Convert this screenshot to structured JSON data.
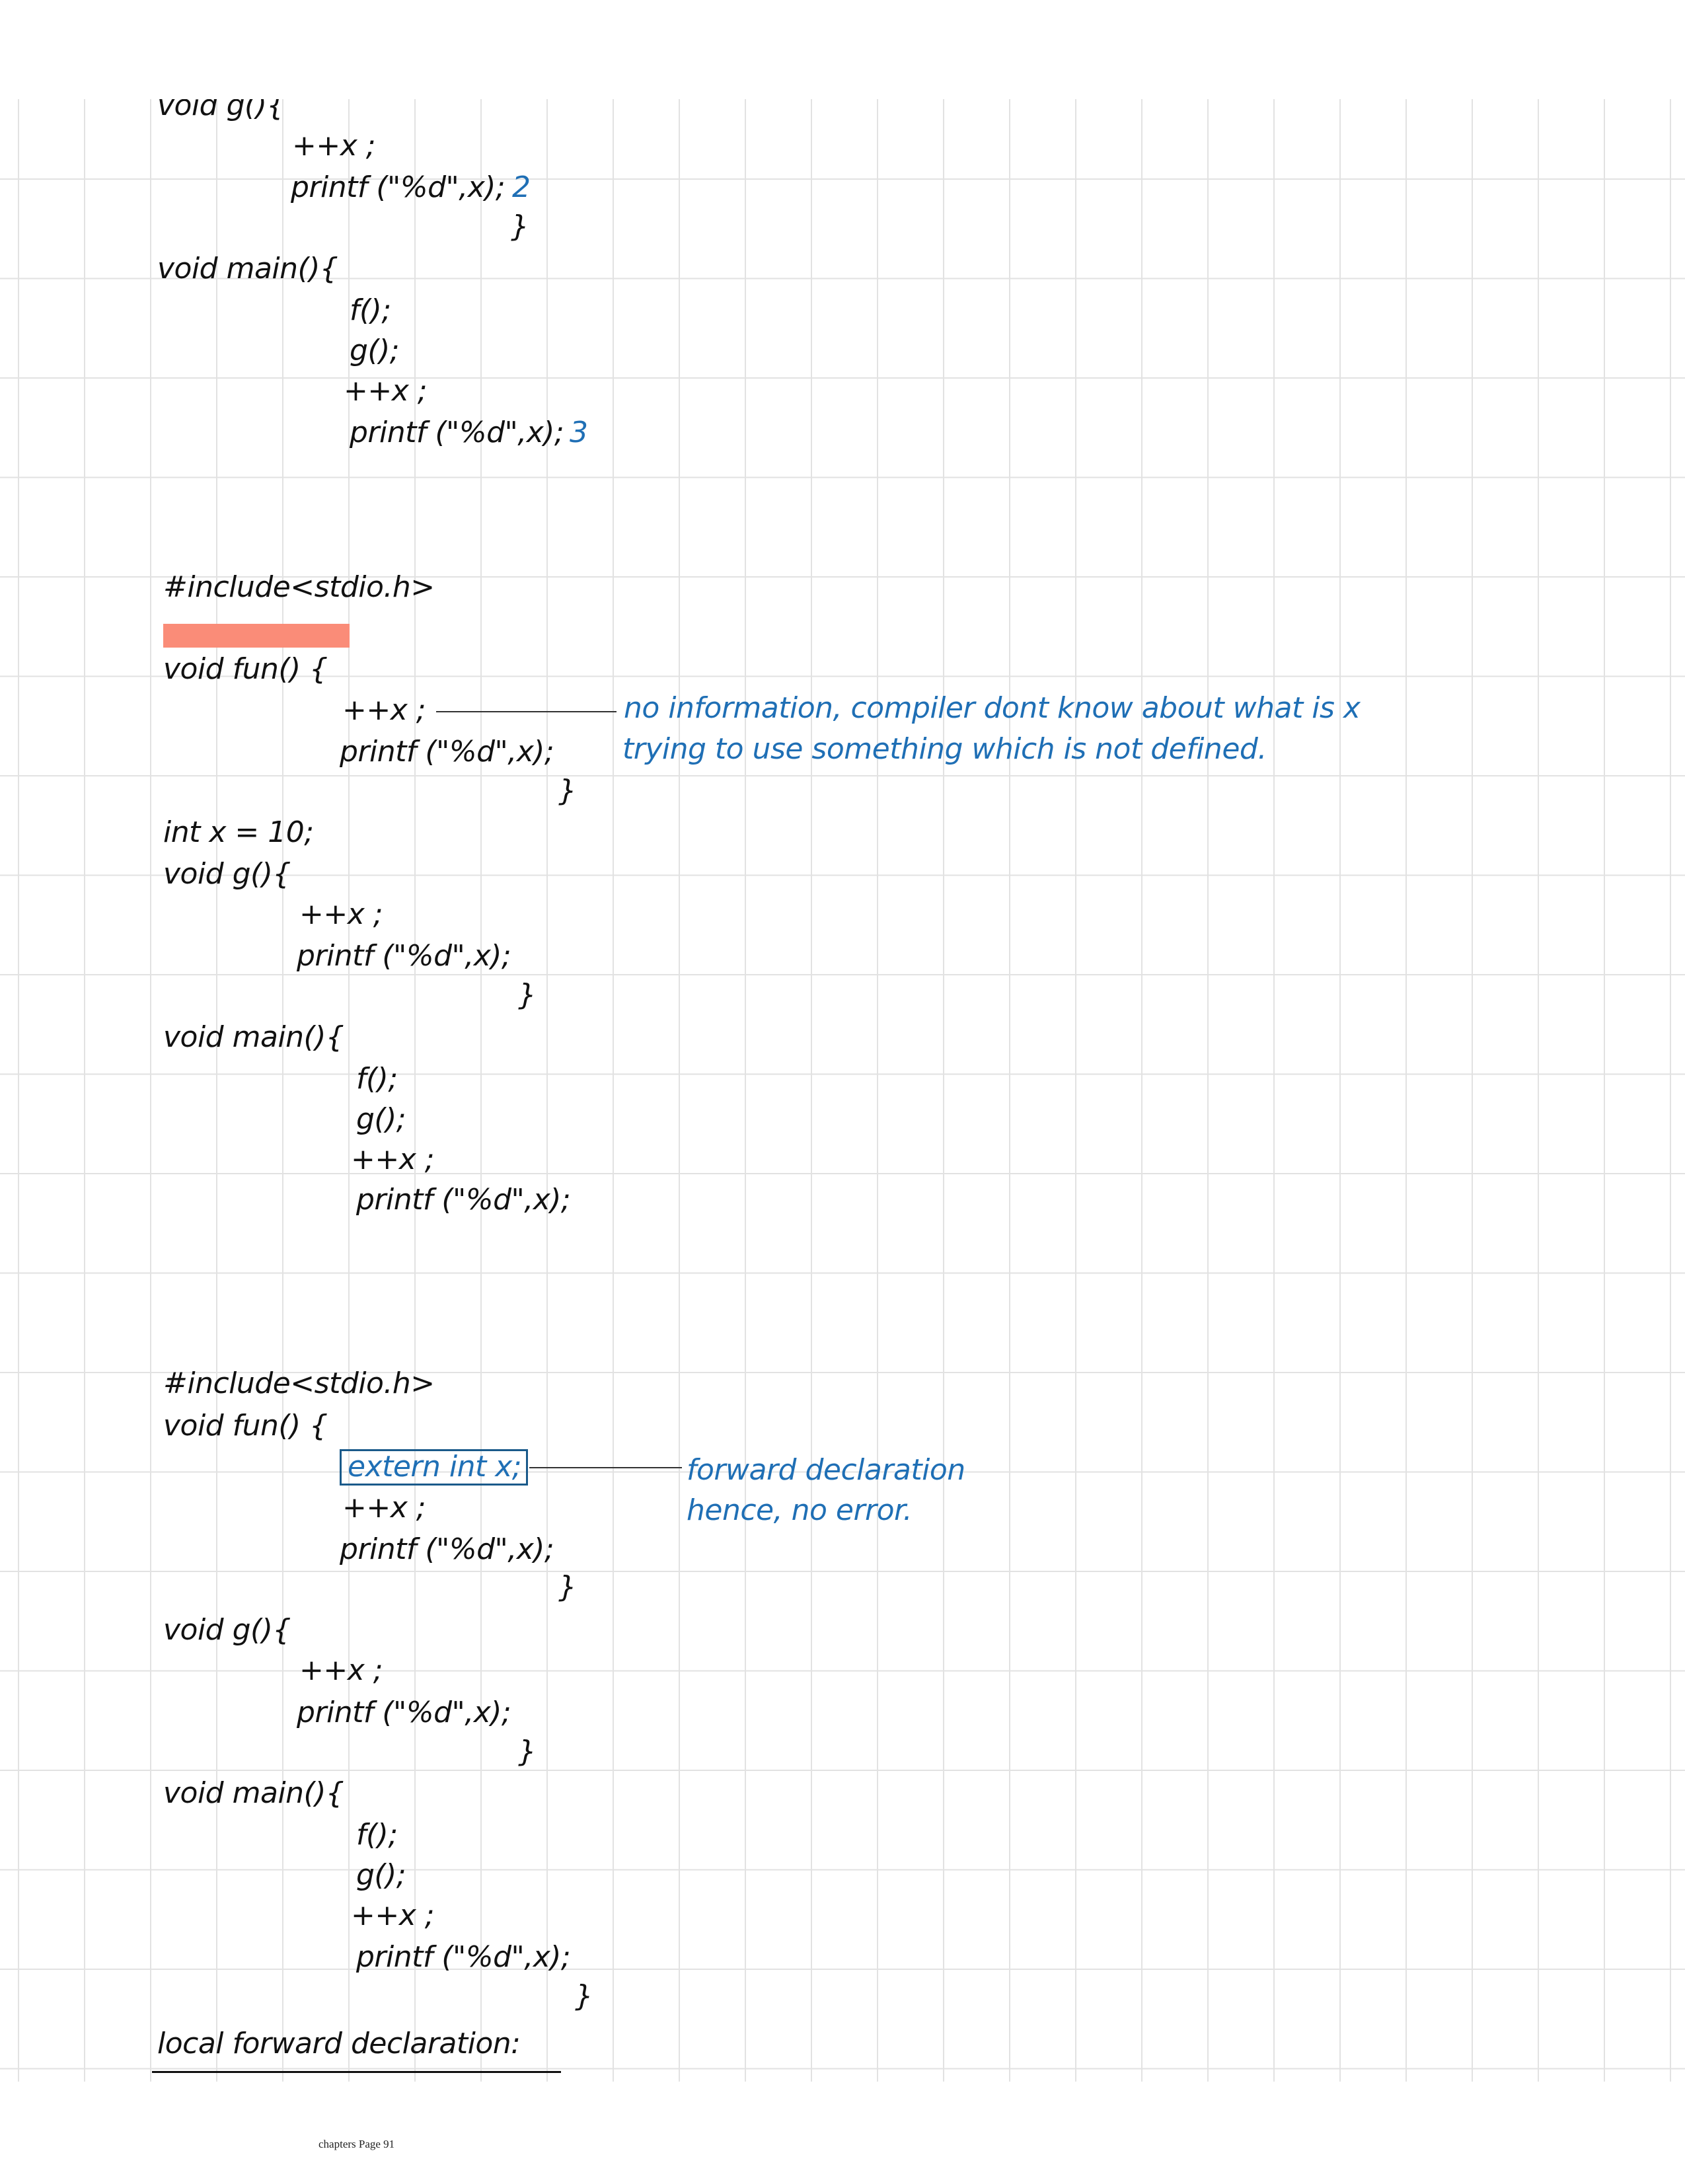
{
  "section1": {
    "lines": [
      "void g(){",
      "++x ;",
      "printf (\"%d\",x);",
      "}",
      "void main(){",
      "f();",
      "g();",
      "++x ;",
      "printf (\"%d\",x);"
    ],
    "outputs": [
      "2",
      "3"
    ]
  },
  "section2": {
    "lines": [
      "#include<stdio.h>",
      "void fun() {",
      "++x ;",
      "printf (\"%d\",x);",
      "}",
      "int x = 10;",
      "void g(){",
      "++x ;",
      "printf (\"%d\",x);",
      "}",
      "void main(){",
      "f();",
      "g();",
      "++x ;",
      "printf (\"%d\",x);"
    ],
    "annotation": [
      "no information, compiler dont know about what is x",
      "trying to use something which is not defined."
    ]
  },
  "section3": {
    "lines": [
      "#include<stdio.h>",
      "void fun() {",
      "extern int x;",
      "++x ;",
      "printf (\"%d\",x);",
      "}",
      "void g(){",
      "++x ;",
      "printf (\"%d\",x);",
      "}",
      "void main(){",
      "f();",
      "g();",
      "++x ;",
      "printf (\"%d\",x);",
      "}"
    ],
    "annotation": [
      "forward declaration",
      "hence, no error."
    ]
  },
  "heading": "local forward declaration:",
  "footer": "chapters Page 91",
  "colors": {
    "ink": "#111111",
    "annotation": "#1f6fb5",
    "highlight": "#fa8c78",
    "grid": "#e2e2e2"
  }
}
